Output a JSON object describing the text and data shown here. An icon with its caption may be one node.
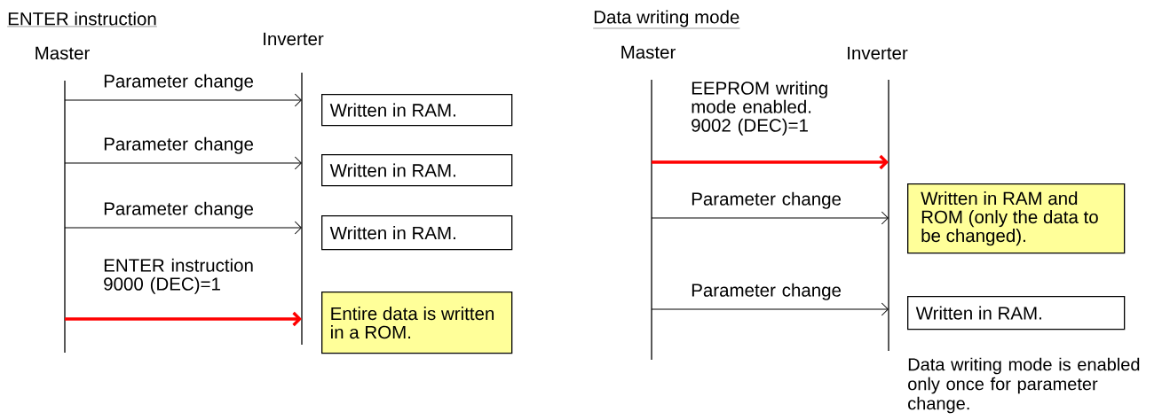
{
  "diagram": {
    "nodes": [
      {
        "text": [],
        "shape": "bar",
        "beside": [
          "Master"
        ]
      },
      {
        "text": [],
        "shape": "bar",
        "beside": [
          "Inverter"
        ]
      },
      {
        "text": [
          "Written in RAM."
        ]
      },
      {
        "text": [
          "Written in RAM."
        ]
      },
      {
        "text": [
          "Written in RAM."
        ]
      },
      {
        "text": [
          "Entire data is written in a ROM."
        ]
      },
      {
        "text": [],
        "shape": "bar",
        "beside": [
          "Master"
        ]
      },
      {
        "text": [],
        "shape": "bar",
        "beside": [
          "Inverter"
        ]
      },
      {
        "text": [
          "Written in RAM and ROM (only the data to be changed)."
        ]
      },
      {
        "text": [
          "Written in RAM."
        ]
      }
    ],
    "edges": [
      {
        "from": 0,
        "to": 1,
        "arrow": "to",
        "label": "Parameter change"
      },
      {
        "from": 0,
        "to": 1,
        "arrow": "to",
        "label": "Parameter change"
      },
      {
        "from": 0,
        "to": 1,
        "arrow": "to",
        "label": "Parameter change"
      },
      {
        "from": 0,
        "to": 1,
        "arrow": "to",
        "label": "ENTER instruction 9000 (DEC)=1",
        "style": "thick",
        "color": "#ff0000"
      },
      {
        "from": 6,
        "to": 7,
        "arrow": "to",
        "label": "EEPROM writing mode enabled. 9002 (DEC)=1",
        "style": "thick",
        "color": "#ff0000"
      },
      {
        "from": 6,
        "to": 7,
        "arrow": "to",
        "label": "Parameter change"
      },
      {
        "from": 6,
        "to": 7,
        "arrow": "to",
        "label": "Parameter change"
      }
    ],
    "labels": [
      "ENTER instruction",
      "Data writing mode",
      "Data writing mode is enabled only once for parameter change."
    ]
  }
}
